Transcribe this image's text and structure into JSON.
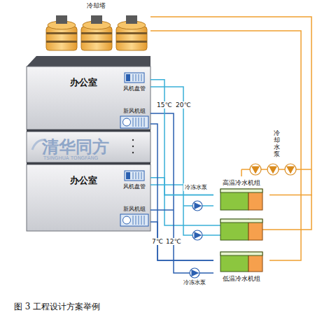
{
  "diagram": {
    "caption": "图 3 工程设计方案举例",
    "nodes": [
      {
        "text": [
          "冷却塔"
        ]
      },
      {
        "text": [
          "办公室"
        ]
      },
      {
        "text": [
          "风机盘管"
        ],
        "in": 1
      },
      {
        "text": [
          "新风机组"
        ],
        "in": 1
      },
      {
        "text": [
          "办公室"
        ]
      },
      {
        "text": [
          "风机盘管"
        ],
        "in": 4
      },
      {
        "text": [
          "新风机组"
        ],
        "in": 4
      },
      {
        "text": [
          "高温冷水机组"
        ]
      },
      {
        "text": [
          "低温冷水机组"
        ]
      }
    ],
    "edges": [
      {
        "from": 7,
        "to": 2,
        "arrow": "none",
        "label": "15℃"
      },
      {
        "from": 7,
        "to": 5,
        "arrow": "none"
      },
      {
        "from": 8,
        "to": 3,
        "arrow": "none",
        "label": "7℃"
      },
      {
        "from": 8,
        "to": 6,
        "arrow": "none"
      },
      {
        "from": 0,
        "to": 7,
        "arrow": "none"
      },
      {
        "from": 0,
        "to": 8,
        "arrow": "none"
      }
    ],
    "labels": [
      "冷却水泵",
      "冷冻水泵",
      "冷冻水泵",
      "20℃",
      "12℃",
      "清华同方",
      "TSINGHUA TONGFANG"
    ]
  }
}
